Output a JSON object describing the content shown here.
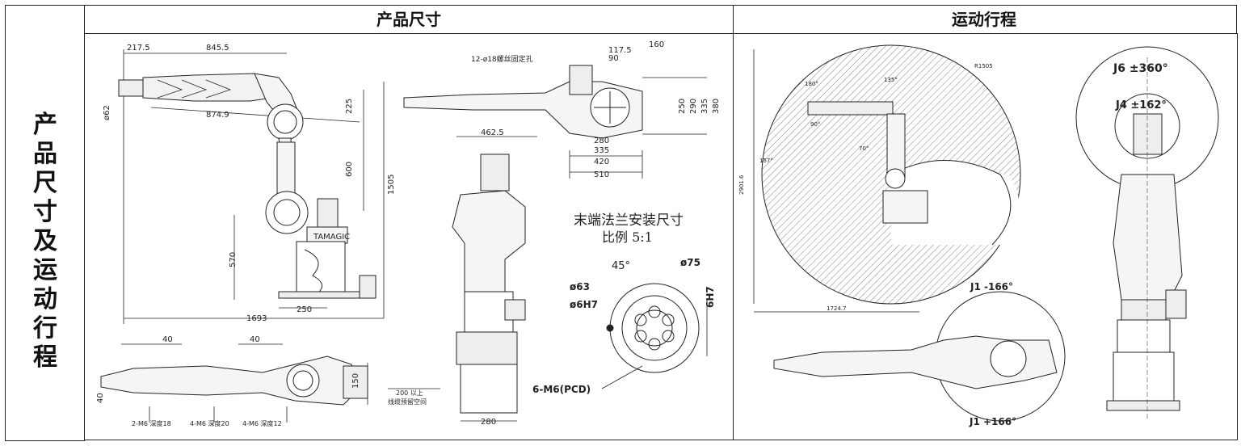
{
  "side_title": [
    "产",
    "品",
    "尺",
    "寸",
    "及",
    "运",
    "动",
    "行",
    "程"
  ],
  "headers": {
    "size": "产品尺寸",
    "motion": "运动行程"
  },
  "side_view": {
    "dims": {
      "d1": "217.5",
      "d2": "845.5",
      "d3": "ø62",
      "d4": "874.9",
      "d5": "225",
      "d6": "600",
      "d7": "1505",
      "d8": "570",
      "d9": "250",
      "d10": "1693"
    },
    "brand": "TAMAGIC"
  },
  "top_view": {
    "dims": {
      "d1": "40",
      "d2": "40",
      "d3": "40",
      "d4": "150"
    },
    "labels": {
      "l1": "2-M6 深度18",
      "l2": "4-M6 深度20",
      "l3": "4-M6 深度12",
      "l4": "200 以上",
      "l5": "线缆预留空间"
    }
  },
  "base_view": {
    "dims": {
      "d1": "12-ø18螺丝固定孔",
      "d2": "117.5",
      "d3": "160",
      "d4": "90",
      "d5": "250",
      "d6": "290",
      "d7": "335",
      "d8": "380",
      "d9": "280",
      "d10": "335",
      "d11": "420",
      "d12": "510"
    }
  },
  "front_view": {
    "dims": {
      "d1": "462.5",
      "d2": "280"
    }
  },
  "flange": {
    "title": "末端法兰安装尺寸",
    "scale": "比例 5:1",
    "dims": {
      "angle": "45°",
      "d75": "ø75",
      "d63": "ø63",
      "d6h7a": "ø6H7",
      "d6h7b": "6H7",
      "pcd": "6-M6(PCD)"
    }
  },
  "motion": {
    "dims": {
      "d1": "2901.6",
      "d2": "1724.7",
      "r1": "R1505",
      "a1": "180°",
      "a2": "135°",
      "a3": "157°",
      "a4": "90°",
      "a5": "70°"
    },
    "j6": "J6 ±360°",
    "j4": "J4 ±162°",
    "j1a": "J1 -166°",
    "j1b": "J1 +166°"
  }
}
